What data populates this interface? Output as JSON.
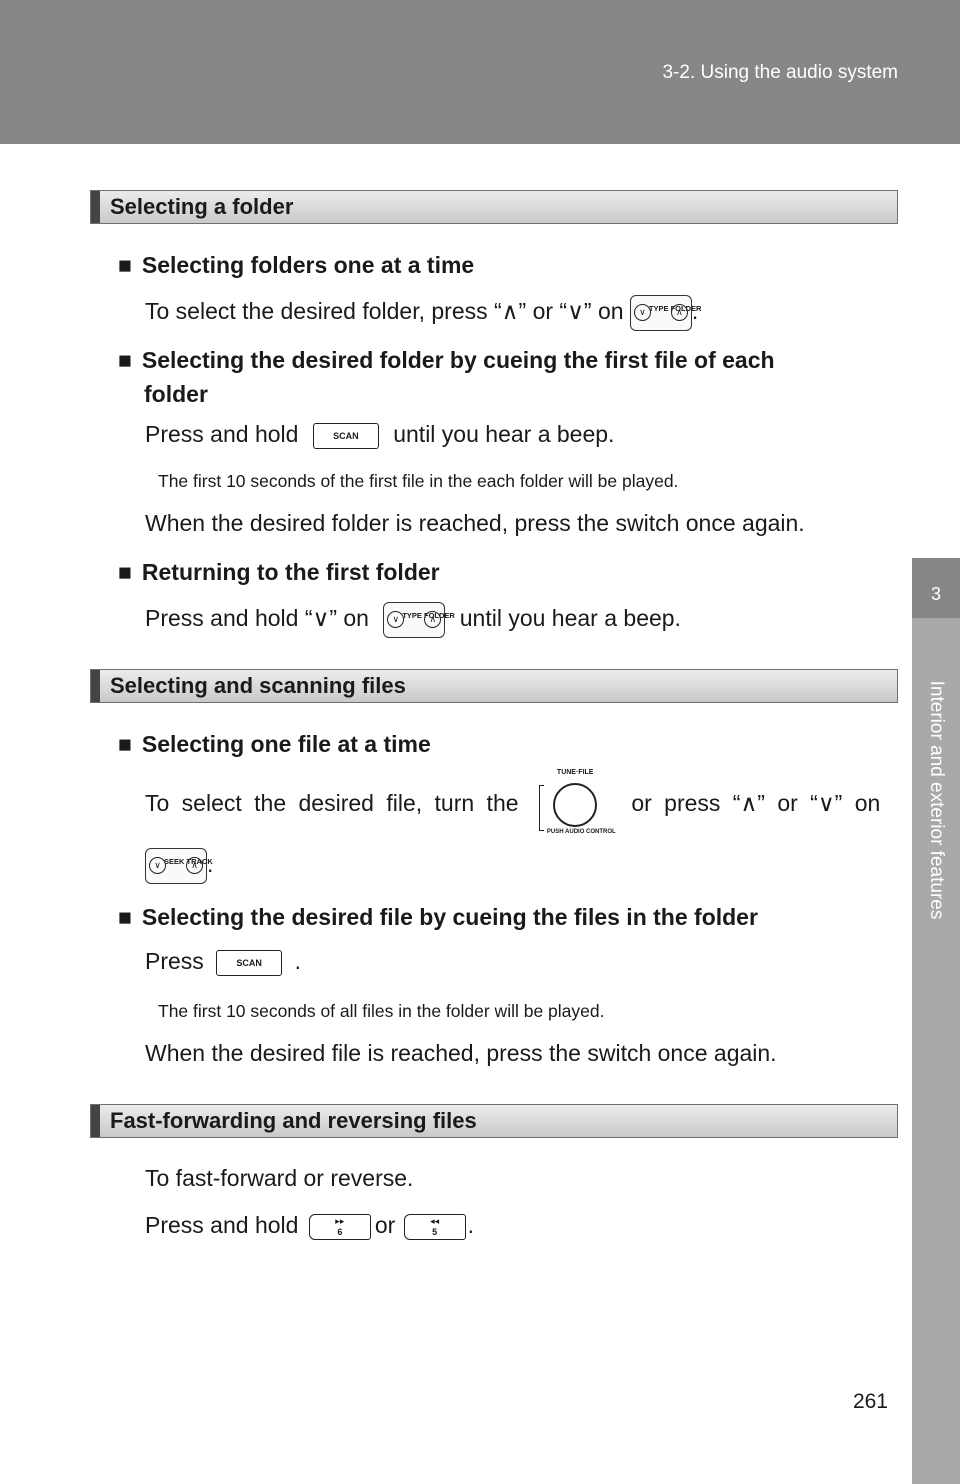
{
  "header": {
    "running_head": "3-2. Using the audio system"
  },
  "side_tab": {
    "number": "3",
    "label": "Interior and exterior features"
  },
  "page_number": "261",
  "icons": {
    "type_folder": "TYPE FOLDER",
    "scan": "SCAN",
    "tune_file_top": "TUNE·FILE",
    "tune_file_bottom": "PUSH AUDIO CONTROL",
    "seek_track": "SEEK TRACK",
    "ff_number": "6",
    "rew_number": "5"
  },
  "s1": {
    "heading": "Selecting a folder",
    "a_title": "Selecting folders one at a time",
    "a_text1": "To select the desired folder, press “∧” or “∨” on",
    "a_text2": ".",
    "b_title_l1": "Selecting the desired folder by cueing the first file of each",
    "b_title_l2": "folder",
    "b_text1": "Press and hold",
    "b_text2": "until you hear a beep.",
    "b_note": "The first 10 seconds of the first file in the each folder will be played.",
    "b_after": "When the desired folder is reached, press the switch once again.",
    "c_title": "Returning to the first folder",
    "c_text1": "Press and hold “∨” on",
    "c_text2": "until you hear a beep."
  },
  "s2": {
    "heading": "Selecting and scanning files",
    "a_title": "Selecting one file at a time",
    "a_text1": "To select the desired file, turn the",
    "a_text2": "or press “∧” or “∨” on",
    "a_text3": ".",
    "b_title": "Selecting the desired file by cueing the files in the folder",
    "b_text1": "Press",
    "b_text2": ".",
    "b_note": "The first 10 seconds of all files in the folder will be played.",
    "b_after": "When the desired file is reached, press the switch once again."
  },
  "s3": {
    "heading": "Fast-forwarding and reversing files",
    "text1": "To fast-forward or reverse.",
    "text2": "Press and hold",
    "text3": "or",
    "text4": "."
  }
}
